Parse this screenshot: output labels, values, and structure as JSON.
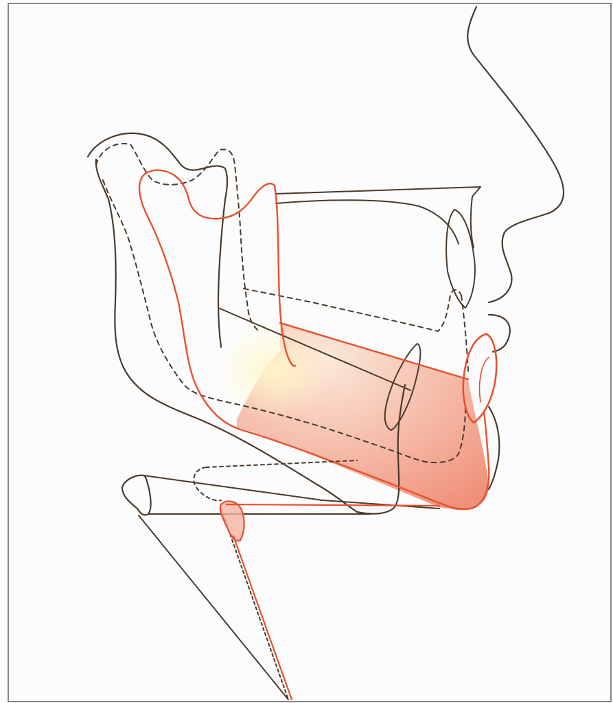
{
  "figure": {
    "subject": "cephalometric-tracing-mandible-repositioning",
    "colors": {
      "original_outline": "#4a3a2c",
      "repositioned_outline": "#e8502e",
      "repositioned_fill_light": "#fbe6d6",
      "repositioned_fill_dark": "#ef8a72",
      "background": "#fcfcfc",
      "frame_border": "#6b6b6b"
    },
    "layers": [
      {
        "name": "soft-tissue-profile",
        "style": "solid",
        "color_key": "original_outline"
      },
      {
        "name": "maxilla-and-upper-incisor",
        "style": "solid",
        "color_key": "original_outline"
      },
      {
        "name": "mandible-original",
        "style": "solid",
        "color_key": "original_outline"
      },
      {
        "name": "mandible-intermediate",
        "style": "dashed",
        "color_key": "original_outline"
      },
      {
        "name": "mandible-repositioned",
        "style": "solid",
        "color_key": "repositioned_outline"
      },
      {
        "name": "hyoid-and-neck-lines",
        "style": "solid+dotted",
        "color_key": "original_outline"
      }
    ]
  }
}
